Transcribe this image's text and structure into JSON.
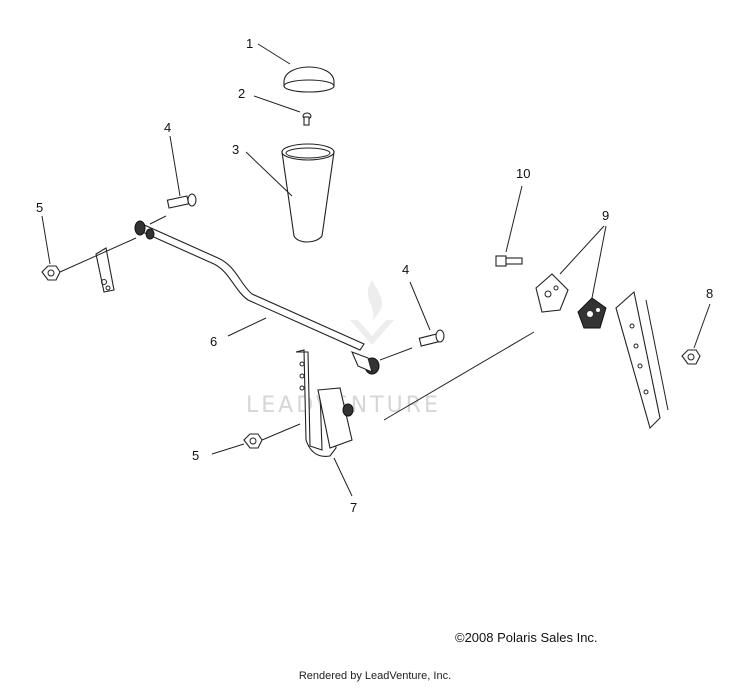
{
  "callouts": {
    "c1": "1",
    "c2": "2",
    "c3": "3",
    "c4a": "4",
    "c4b": "4",
    "c5a": "5",
    "c5b": "5",
    "c6": "6",
    "c7": "7",
    "c8": "8",
    "c9": "9",
    "c10": "10"
  },
  "watermark": "LEADVENTURE",
  "copyright": "©2008 Polaris Sales Inc.",
  "rendered_by": "Rendered by LeadVenture, Inc."
}
